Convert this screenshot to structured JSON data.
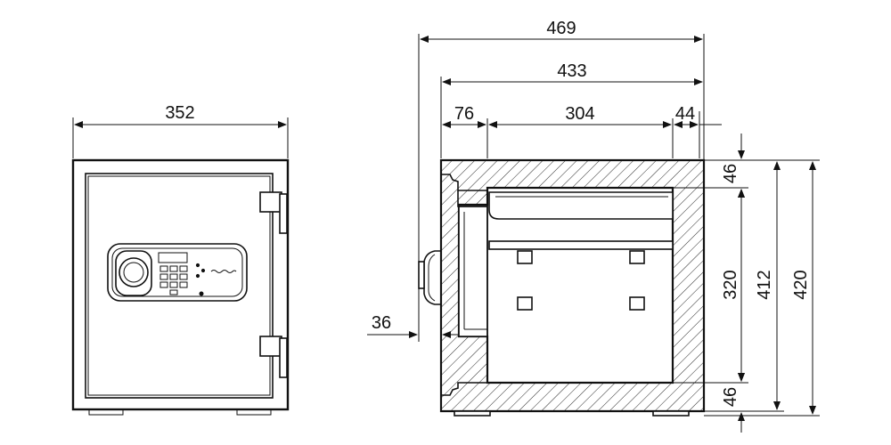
{
  "dimensions": {
    "front_width": "352",
    "side_total_depth": "469",
    "side_body_depth": "433",
    "side_wall_front": "76",
    "side_interior_depth": "304",
    "side_wall_back": "44",
    "handle_projection": "36",
    "wall_top": "46",
    "interior_height": "320",
    "body_height": "412",
    "total_height": "420",
    "wall_bottom": "46"
  }
}
